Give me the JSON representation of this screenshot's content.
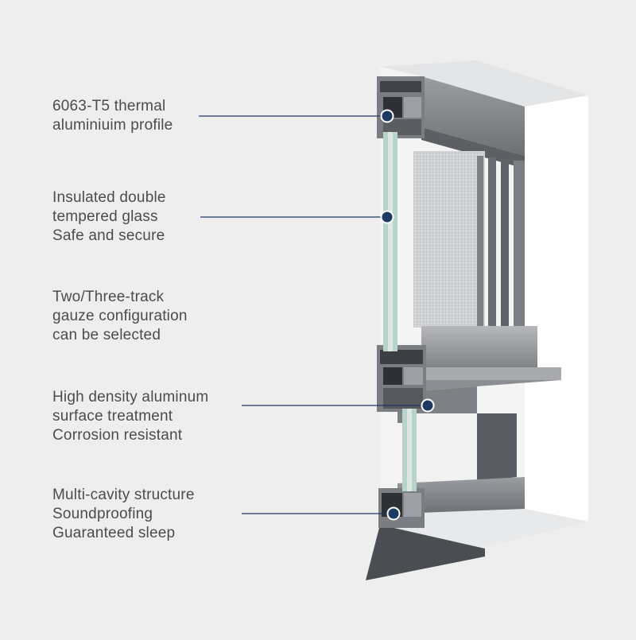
{
  "callouts": [
    {
      "lines": [
        "6063-T5 thermal",
        "aluminiuim profile"
      ]
    },
    {
      "lines": [
        "Insulated double",
        "tempered glass",
        "Safe and secure"
      ]
    },
    {
      "lines": [
        "Two/Three-track",
        "gauze configuration",
        "can be selected"
      ]
    },
    {
      "lines": [
        "High density aluminum",
        "surface treatment",
        "Corrosion resistant"
      ]
    },
    {
      "lines": [
        "Multi-cavity structure",
        "Soundproofing",
        "Guaranteed sleep"
      ]
    }
  ],
  "colors": {
    "background": "#eeeeef",
    "label_text": "#4c4c4c",
    "leader_line": "#1d3a63",
    "marker_fill": "#1d3a63",
    "frame_dark": "#55585c",
    "frame_mid": "#8b8e92",
    "frame_light": "#c4c6c9",
    "wall_white": "#f7f7f8",
    "glass": "#b8d4c9",
    "screen_mesh": "#c9cbce"
  }
}
